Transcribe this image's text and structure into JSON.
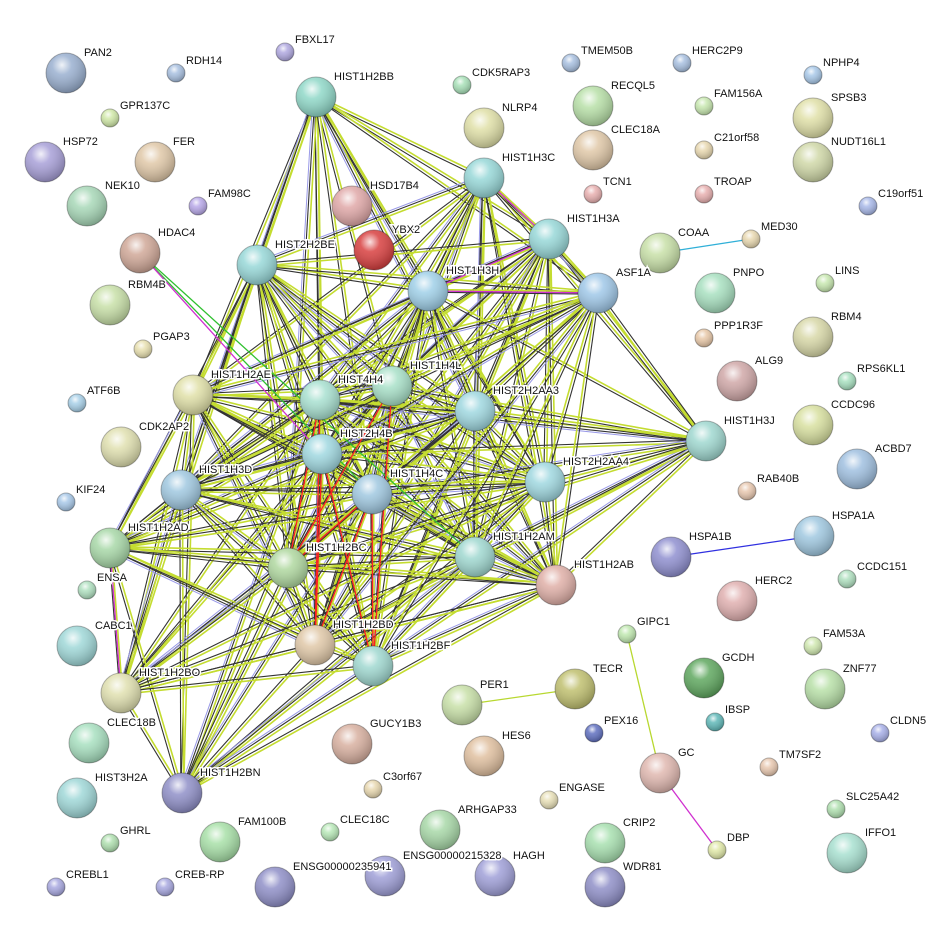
{
  "nodes": [
    {
      "name": "PAN2",
      "color": "#9ab0d0"
    },
    {
      "name": "RDH14",
      "color": "#a8c0e0"
    },
    {
      "name": "FBXL17",
      "color": "#b0a8e0"
    },
    {
      "name": "HIST1H2BB",
      "color": "#90d8c8"
    },
    {
      "name": "CDK5RAP3",
      "color": "#a8e0b8"
    },
    {
      "name": "TMEM50B",
      "color": "#a8c0e0"
    },
    {
      "name": "HERC2P9",
      "color": "#a8c0e0"
    },
    {
      "name": "NPHP4",
      "color": "#a8c8e8"
    },
    {
      "name": "GPR137C",
      "color": "#d0e8a8"
    },
    {
      "name": "RECQL5",
      "color": "#b8e0a8"
    },
    {
      "name": "FAM156A",
      "color": "#c8e8b0"
    },
    {
      "name": "SPSB3",
      "color": "#e0e0a8"
    },
    {
      "name": "NLRP4",
      "color": "#e0e0a8"
    },
    {
      "name": "FER",
      "color": "#e0c8a8"
    },
    {
      "name": "HSP72",
      "color": "#a8a0d8"
    },
    {
      "name": "CLEC18A",
      "color": "#e0c8a8"
    },
    {
      "name": "C21orf58",
      "color": "#e8d8b0"
    },
    {
      "name": "NUDT16L1",
      "color": "#d0d8a8"
    },
    {
      "name": "HIST1H3C",
      "color": "#98d8d8"
    },
    {
      "name": "NEK10",
      "color": "#a8d8b8"
    },
    {
      "name": "FAM98C",
      "color": "#b8a8e8"
    },
    {
      "name": "HSD17B4",
      "color": "#e0a8a8"
    },
    {
      "name": "TCN1",
      "color": "#e8b0b0"
    },
    {
      "name": "TROAP",
      "color": "#e8b0b0"
    },
    {
      "name": "C19orf51",
      "color": "#a8b8e8"
    },
    {
      "name": "HIST1H3A",
      "color": "#98d8d8"
    },
    {
      "name": "YBX2",
      "color": "#d84040"
    },
    {
      "name": "HDAC4",
      "color": "#d0a898"
    },
    {
      "name": "COAA",
      "color": "#c8e0a8"
    },
    {
      "name": "MED30",
      "color": "#e8d8b0"
    },
    {
      "name": "HIST2H2BE",
      "color": "#98d8d8"
    },
    {
      "name": "HIST1H3H",
      "color": "#a0d0e8"
    },
    {
      "name": "ASF1A",
      "color": "#a0c8e8"
    },
    {
      "name": "PNPO",
      "color": "#a8e0c0"
    },
    {
      "name": "LINS",
      "color": "#c8e8b0"
    },
    {
      "name": "RBM4B",
      "color": "#c8e0a8"
    },
    {
      "name": "PPP1R3F",
      "color": "#e8c8a8"
    },
    {
      "name": "RBM4",
      "color": "#d8d8a8"
    },
    {
      "name": "PGAP3",
      "color": "#e8e0b0"
    },
    {
      "name": "HIST1H4L",
      "color": "#a8e0c8"
    },
    {
      "name": "ALG9",
      "color": "#d0a8a8"
    },
    {
      "name": "RPS6KL1",
      "color": "#a8e0c0"
    },
    {
      "name": "HIST1H2AE",
      "color": "#e0e0a8"
    },
    {
      "name": "HIST4H4",
      "color": "#a8e0d0"
    },
    {
      "name": "HIST2H2AA3",
      "color": "#a0d8e0"
    },
    {
      "name": "ATF6B",
      "color": "#a8d0e8"
    },
    {
      "name": "CCDC96",
      "color": "#d8e0a0"
    },
    {
      "name": "CDK2AP2",
      "color": "#e0e0b0"
    },
    {
      "name": "HIST1H3J",
      "color": "#a0d8d0"
    },
    {
      "name": "HIST2H4B",
      "color": "#a0d8e0"
    },
    {
      "name": "HIST1H4C",
      "color": "#a0c8e0"
    },
    {
      "name": "HIST1H3D",
      "color": "#a0c8e0"
    },
    {
      "name": "HIST2H2AA4",
      "color": "#a0d8e0"
    },
    {
      "name": "ACBD7",
      "color": "#a0c0e0"
    },
    {
      "name": "KIF24",
      "color": "#a8c8e8"
    },
    {
      "name": "RAB40B",
      "color": "#e8c8b0"
    },
    {
      "name": "HIST1H2AD",
      "color": "#a8d8a8"
    },
    {
      "name": "HSPA1A",
      "color": "#a0c8e0"
    },
    {
      "name": "HIST1H2AM",
      "color": "#a0d8d0"
    },
    {
      "name": "HIST1H2BC",
      "color": "#b0d8a0"
    },
    {
      "name": "HSPA1B",
      "color": "#9090d0"
    },
    {
      "name": "HIST1H2AB",
      "color": "#e0b0a8"
    },
    {
      "name": "ENSA",
      "color": "#b0e0c0"
    },
    {
      "name": "CCDC151",
      "color": "#b0e0c0"
    },
    {
      "name": "HERC2",
      "color": "#e0b0b0"
    },
    {
      "name": "CABC1",
      "color": "#a0d8d8"
    },
    {
      "name": "HIST1H2BD",
      "color": "#e0c8a8"
    },
    {
      "name": "GIPC1",
      "color": "#c0e8b0"
    },
    {
      "name": "FAM53A",
      "color": "#d0e8b0"
    },
    {
      "name": "HIST1H2BF",
      "color": "#a0d8d0"
    },
    {
      "name": "HIST1H2BO",
      "color": "#e0e0b0"
    },
    {
      "name": "PER1",
      "color": "#c8e0a8"
    },
    {
      "name": "TECR",
      "color": "#c0c070"
    },
    {
      "name": "GCDH",
      "color": "#60a860"
    },
    {
      "name": "ZNF77",
      "color": "#b8e0a8"
    },
    {
      "name": "PEX16",
      "color": "#6070c0"
    },
    {
      "name": "IBSP",
      "color": "#60b8b8"
    },
    {
      "name": "CLDN5",
      "color": "#a8b0e8"
    },
    {
      "name": "CLEC18B",
      "color": "#a8e0c0"
    },
    {
      "name": "GUCY1B3",
      "color": "#d8b0a0"
    },
    {
      "name": "HES6",
      "color": "#e0c0a0"
    },
    {
      "name": "GC",
      "color": "#e0b8b0"
    },
    {
      "name": "TM7SF2",
      "color": "#e8c8b0"
    },
    {
      "name": "HIST3H2A",
      "color": "#a0d8d8"
    },
    {
      "name": "HIST1H2BN",
      "color": "#9090c8"
    },
    {
      "name": "C3orf67",
      "color": "#e8d8b0"
    },
    {
      "name": "ENGASE",
      "color": "#e8e0b8"
    },
    {
      "name": "SLC25A42",
      "color": "#b0e0b0"
    },
    {
      "name": "GHRL",
      "color": "#b0e0b0"
    },
    {
      "name": "FAM100B",
      "color": "#a8e0a8"
    },
    {
      "name": "CLEC18C",
      "color": "#b8e8b8"
    },
    {
      "name": "ARHGAP33",
      "color": "#a8d8a8"
    },
    {
      "name": "CRIP2",
      "color": "#a8e0b0"
    },
    {
      "name": "DBP",
      "color": "#e0e8a8"
    },
    {
      "name": "IFFO1",
      "color": "#a8e0d0"
    },
    {
      "name": "CREBL1",
      "color": "#a8a8e0"
    },
    {
      "name": "CREB-RP",
      "color": "#a8a8e0"
    },
    {
      "name": "ENSG00000235941",
      "color": "#9090c8"
    },
    {
      "name": "ENSG00000215328",
      "color": "#a0a0d8"
    },
    {
      "name": "HAGH",
      "color": "#a0a0d8"
    },
    {
      "name": "WDR81",
      "color": "#9090c8"
    }
  ],
  "histone_cluster": [
    "HIST1H2BB",
    "HIST1H3C",
    "HIST1H3A",
    "HIST2H2BE",
    "HIST1H3H",
    "HIST1H4L",
    "HIST1H2AE",
    "HIST4H4",
    "HIST2H2AA3",
    "HIST1H3J",
    "HIST2H4B",
    "HIST1H4C",
    "HIST1H3D",
    "HIST2H2AA4",
    "HIST1H2AD",
    "HIST1H2AM",
    "HIST1H2BC",
    "HIST1H2AB",
    "HIST1H2BD",
    "HIST1H2BF",
    "HIST1H2BO",
    "HIST1H2BN",
    "ASF1A"
  ],
  "edges": [
    [
      "COAA",
      "MED30",
      "#30b0d8"
    ],
    [
      "HSPA1A",
      "HSPA1B",
      "#3030e0"
    ],
    [
      "PER1",
      "TECR",
      "#b8d830"
    ],
    [
      "GIPC1",
      "GC",
      "#b8d830"
    ],
    [
      "GC",
      "DBP",
      "#d030d0"
    ],
    [
      "HDAC4",
      "HIST1H4C",
      "#30c030"
    ],
    [
      "HDAC4",
      "HIST2H4B",
      "#d030d0"
    ],
    [
      "HDAC4",
      "HIST1H2AM",
      "#30c030"
    ],
    [
      "HIST1H3A",
      "HIST1H3H",
      "#d030d0"
    ],
    [
      "ASF1A",
      "HIST1H3H",
      "#d030d0"
    ],
    [
      "HIST1H2BO",
      "HIST1H2AD",
      "#d030d0"
    ],
    [
      "HIST1H3C",
      "HIST1H3A",
      "#d030d0"
    ],
    [
      "HIST4H4",
      "HIST1H2BC",
      "#ff2020"
    ],
    [
      "HIST4H4",
      "HIST1H2BD",
      "#ff2020"
    ],
    [
      "HIST1H4L",
      "HIST1H2BF",
      "#ff2020"
    ],
    [
      "HIST1H4L",
      "HIST1H2BC",
      "#ff2020"
    ],
    [
      "HIST2H4B",
      "HIST1H2BD",
      "#ff2020"
    ],
    [
      "HIST2H4B",
      "HIST1H2BF",
      "#ff2020"
    ],
    [
      "HIST1H4C",
      "HIST1H2BC",
      "#ff2020"
    ],
    [
      "HIST1H4C",
      "HIST1H2BD",
      "#ff2020"
    ],
    [
      "HIST1H4C",
      "HIST1H2BF",
      "#ff2020"
    ]
  ]
}
